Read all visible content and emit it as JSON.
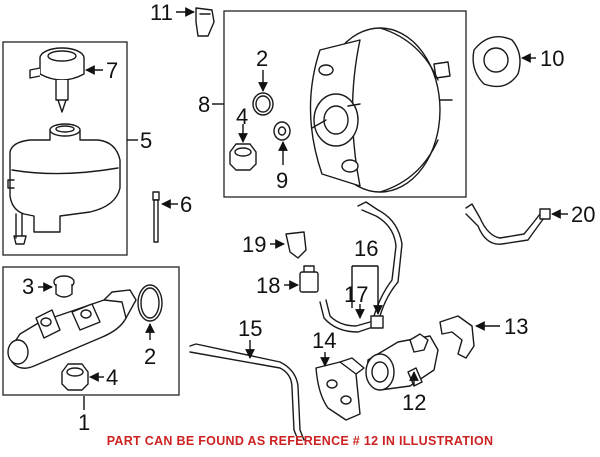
{
  "footer_note": "PART CAN BE FOUND AS REFERENCE # 12 IN ILLUSTRATION",
  "colors": {
    "line": "#1a1a1a",
    "note": "#cc2222",
    "background": "#ffffff"
  },
  "callouts": {
    "c1": "1",
    "c2a": "2",
    "c2b": "2",
    "c3": "3",
    "c4a": "4",
    "c4b": "4",
    "c5": "5",
    "c6": "6",
    "c7": "7",
    "c8": "8",
    "c9": "9",
    "c10": "10",
    "c11": "11",
    "c12": "12",
    "c13": "13",
    "c14": "14",
    "c15": "15",
    "c16": "16",
    "c17": "17",
    "c18": "18",
    "c19": "19",
    "c20": "20"
  }
}
